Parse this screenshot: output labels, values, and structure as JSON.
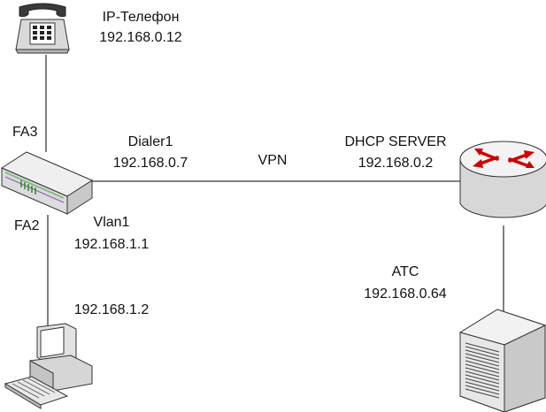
{
  "phone": {
    "name": "IP-Телефон",
    "ip": "192.168.0.12"
  },
  "gateway": {
    "port_top": "FA3",
    "port_bottom": "FA2",
    "dialer_name": "Dialer1",
    "dialer_ip": "192.168.0.7",
    "vlan_name": "Vlan1",
    "vlan_ip": "192.168.1.1"
  },
  "link": {
    "vpn_label": "VPN"
  },
  "router": {
    "name": "DHCP SERVER",
    "ip": "192.168.0.2"
  },
  "server": {
    "name": "АТС",
    "ip": "192.168.0.64"
  },
  "pc": {
    "ip": "192.168.1.2"
  }
}
